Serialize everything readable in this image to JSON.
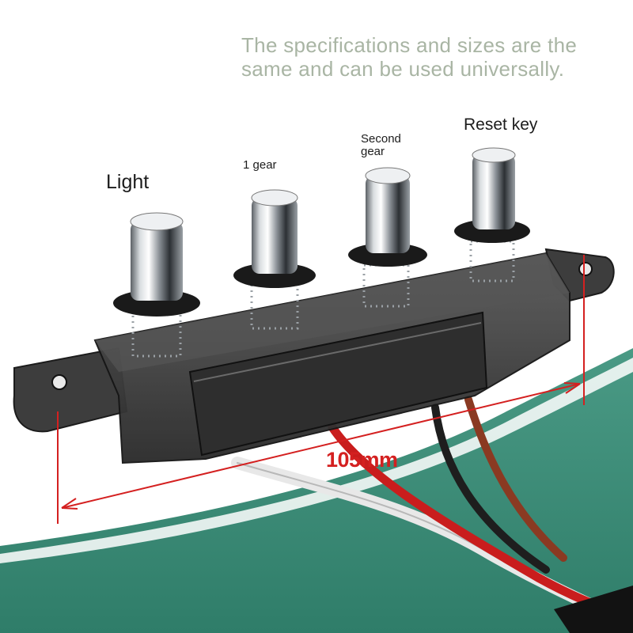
{
  "headline": {
    "line1": "The specifications and sizes are the",
    "line2": "same and can be used universally."
  },
  "buttons": {
    "light": "Light",
    "gear1": "1 gear",
    "gear2_line1": "Second",
    "gear2_line2": "gear",
    "reset": "Reset key"
  },
  "dimension": {
    "label": "105mm"
  },
  "colors": {
    "background": "#ffffff",
    "teal_band": "#3a8c78",
    "dimension_line": "#d42020",
    "headline_text": "#a9b5a4",
    "switch_body": "#3a3a3a",
    "chrome": "#c8ccd0"
  },
  "wires": [
    "white",
    "red",
    "black",
    "brown"
  ]
}
